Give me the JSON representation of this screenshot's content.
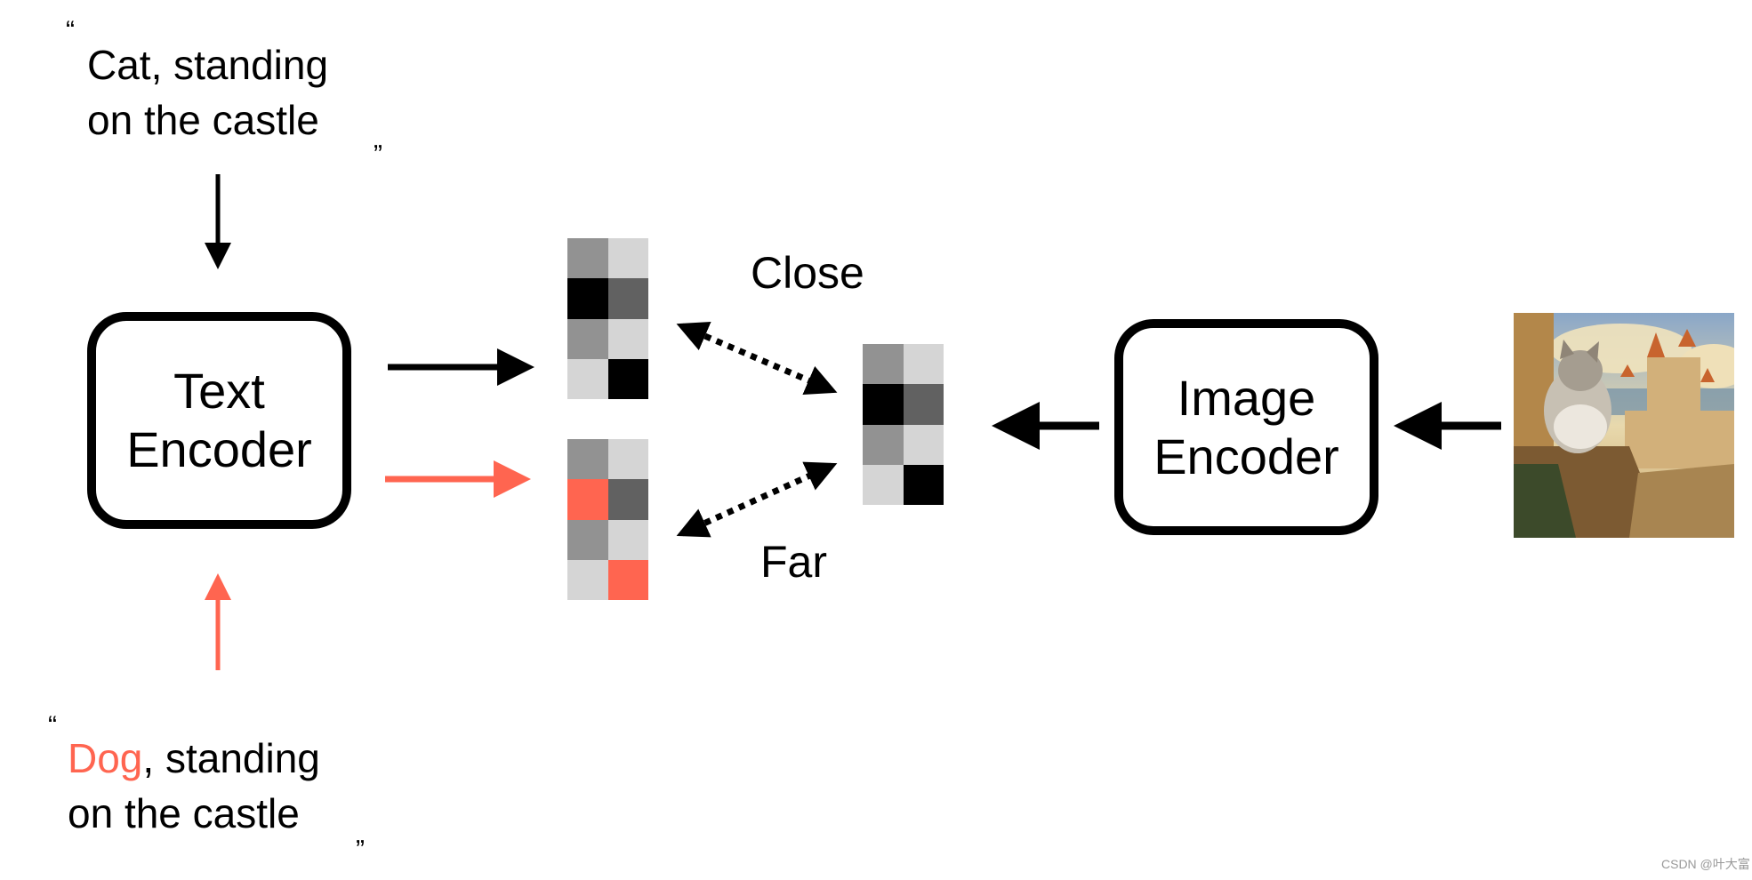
{
  "prompts": {
    "positive": {
      "open_quote": "“",
      "line1": "Cat, standing",
      "line2": "on the castle",
      "close_quote": "„"
    },
    "negative": {
      "open_quote": "“",
      "highlight": "Dog",
      "line1_rest": ", standing",
      "line2": "on the castle",
      "close_quote": "„"
    }
  },
  "encoders": {
    "text": {
      "line1": "Text",
      "line2": "Encoder"
    },
    "image": {
      "line1": "Image",
      "line2": "Encoder"
    }
  },
  "labels": {
    "close": "Close",
    "far": "Far"
  },
  "colors": {
    "accent": "#ff6550",
    "black": "#000000",
    "mid_gray": "#929292",
    "dark_gray": "#616161",
    "light_gray": "#d5d5d5"
  },
  "embeddings": {
    "cat_text": [
      "#929292",
      "#d5d5d5",
      "#000000",
      "#616161",
      "#929292",
      "#d5d5d5",
      "#d5d5d5",
      "#000000"
    ],
    "dog_text": [
      "#929292",
      "#d5d5d5",
      "#ff6550",
      "#616161",
      "#929292",
      "#d5d5d5",
      "#d5d5d5",
      "#ff6550"
    ],
    "image": [
      "#929292",
      "#d5d5d5",
      "#000000",
      "#616161",
      "#929292",
      "#d5d5d5",
      "#d5d5d5",
      "#000000"
    ]
  },
  "watermark": "CSDN @叶大富"
}
